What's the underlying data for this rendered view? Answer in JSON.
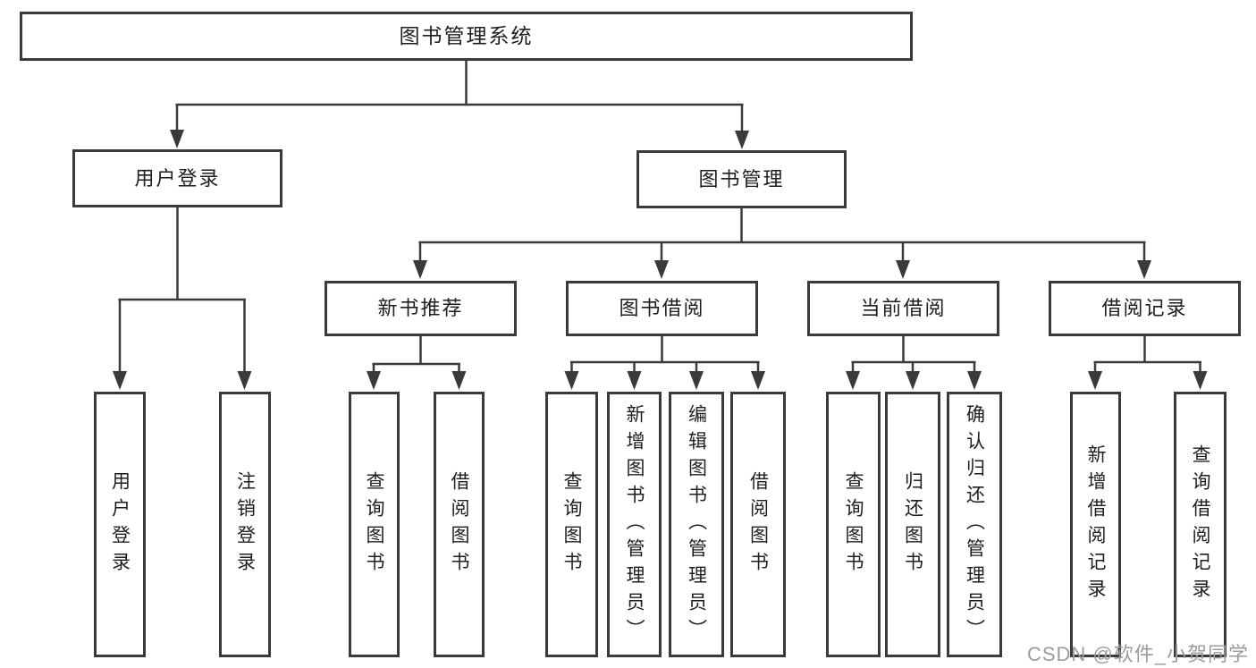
{
  "tree": {
    "root": "图书管理系统",
    "branches": [
      {
        "label": "用户登录",
        "children": [
          "用户登录",
          "注销登录"
        ]
      },
      {
        "label": "图书管理",
        "sections": [
          {
            "label": "新书推荐",
            "children": [
              "查询图书",
              "借阅图书"
            ]
          },
          {
            "label": "图书借阅",
            "children": [
              "查询图书",
              "新增图书（管理员）",
              "编辑图书（管理员）",
              "借阅图书"
            ]
          },
          {
            "label": "当前借阅",
            "children": [
              "查询图书",
              "归还图书",
              "确认归还（管理员）"
            ]
          },
          {
            "label": "借阅记录",
            "children": [
              "新增借阅记录",
              "查询借阅记录"
            ]
          }
        ]
      }
    ]
  },
  "watermark": {
    "text": "CSDN @软件_小贺同学"
  },
  "colors": {
    "line": "#3a3a3a",
    "text": "#1e1e1e",
    "watermark": "#9c9c9c",
    "background": "#ffffff"
  }
}
